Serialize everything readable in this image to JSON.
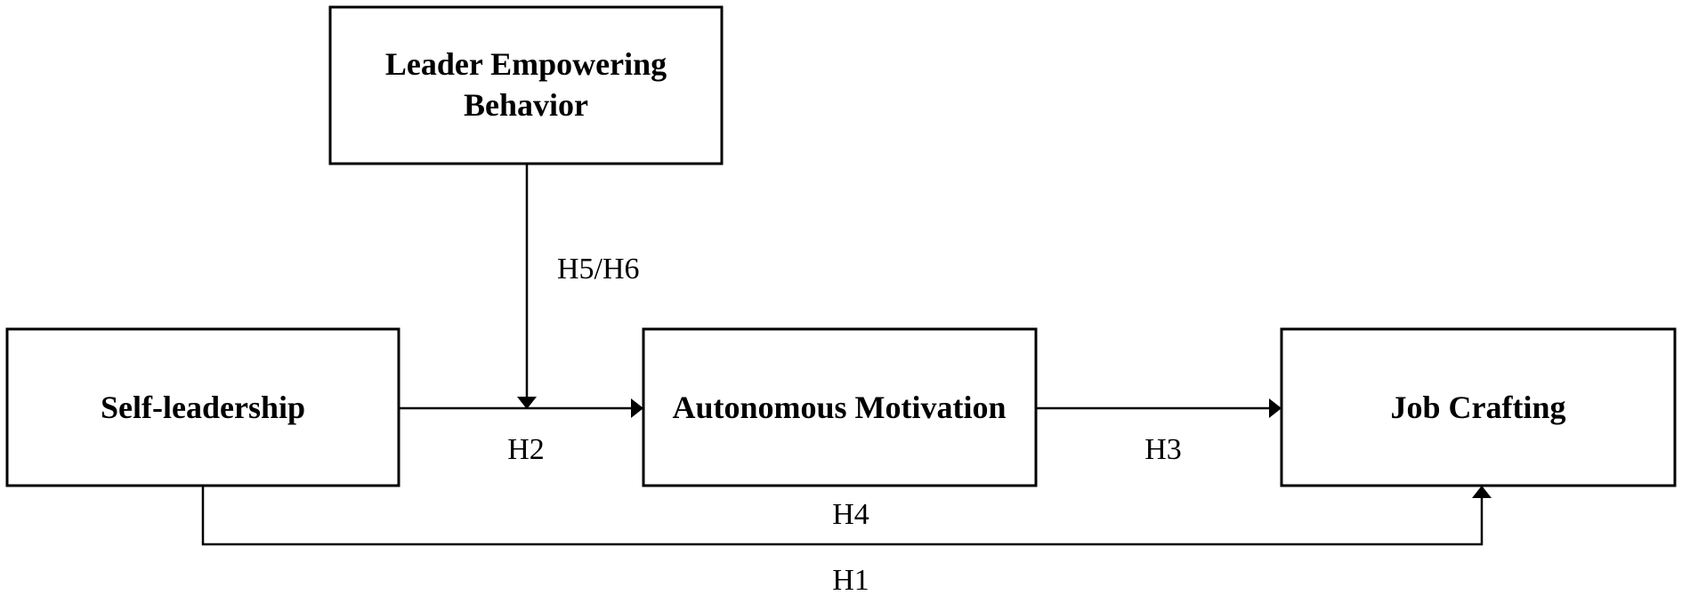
{
  "diagram": {
    "nodes": {
      "leader_empowering_behavior": {
        "line1": "Leader Empowering",
        "line2": "Behavior"
      },
      "self_leadership": {
        "label": "Self-leadership"
      },
      "autonomous_motivation": {
        "label": "Autonomous Motivation"
      },
      "job_crafting": {
        "label": "Job Crafting"
      }
    },
    "edges": {
      "h5_h6": {
        "from": "Leader Empowering Behavior",
        "to": "Self-leadership → Autonomous Motivation",
        "label": "H5/H6"
      },
      "h2": {
        "from": "Self-leadership",
        "to": "Autonomous Motivation",
        "label": "H2"
      },
      "h3": {
        "from": "Autonomous Motivation",
        "to": "Job Crafting",
        "label": "H3"
      },
      "h4": {
        "from": "Self-leadership",
        "to": "Job Crafting",
        "label": "H4",
        "via": "Autonomous Motivation"
      },
      "h1": {
        "from": "Self-leadership",
        "to": "Job Crafting",
        "label": "H1"
      }
    }
  }
}
